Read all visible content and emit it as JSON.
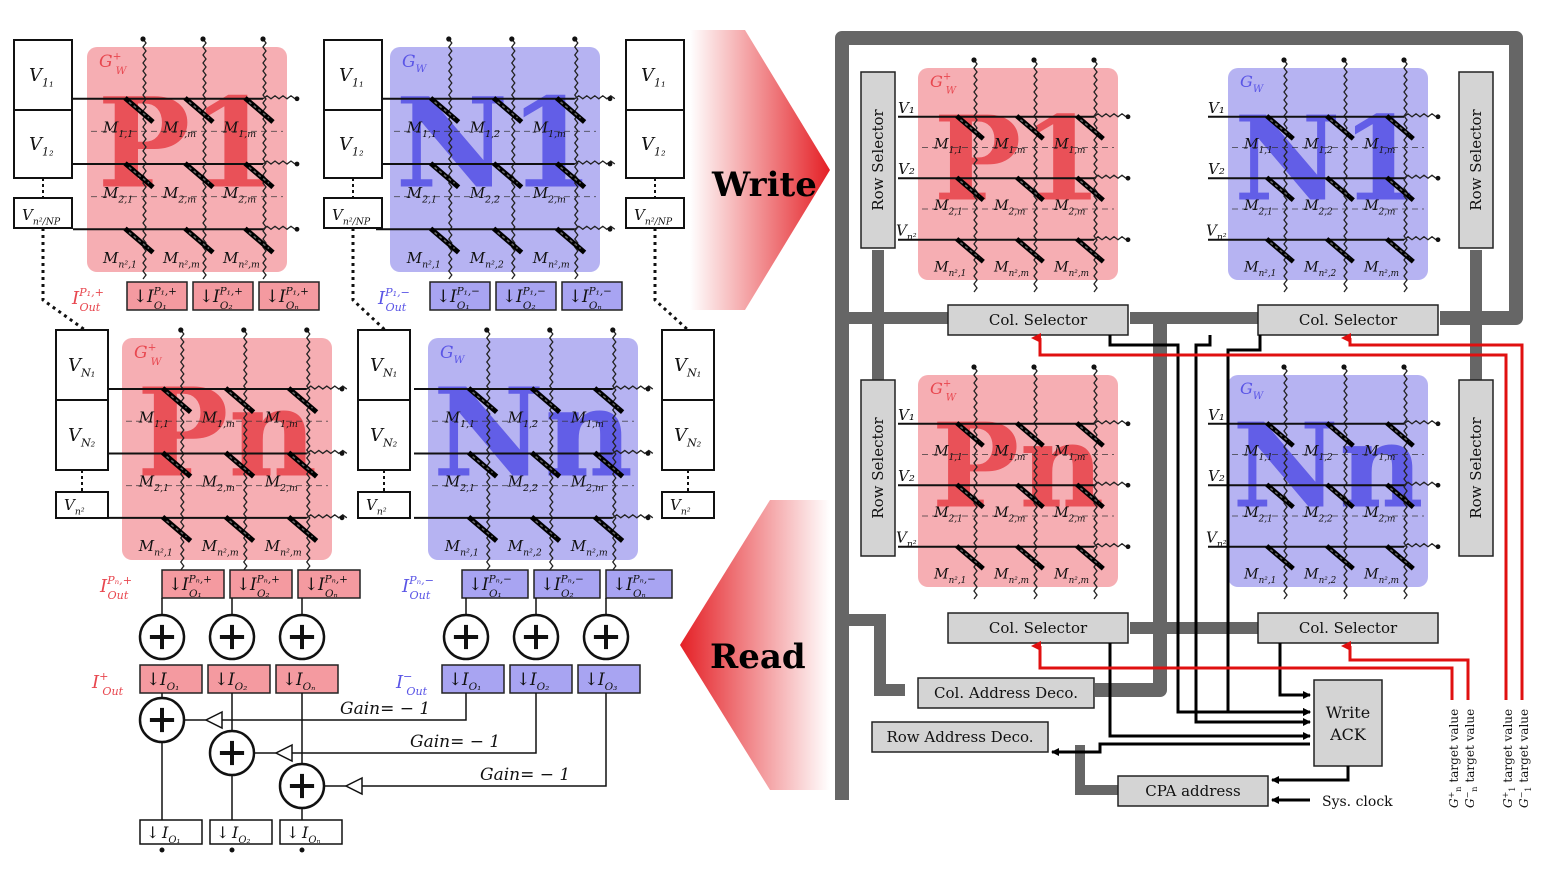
{
  "left": {
    "arrays": [
      {
        "id": "p1",
        "letter": "P1",
        "kind": "pos",
        "gw": "G",
        "gw_sub": "W",
        "sign": "+",
        "cells": [
          [
            "M",
            "1,1"
          ],
          [
            "M",
            "1,m"
          ],
          [
            "M",
            "1,m"
          ],
          [
            "M",
            "2,1"
          ],
          [
            "M",
            "2,m"
          ],
          [
            "M",
            "2,m"
          ],
          [
            "M",
            "n²,1"
          ],
          [
            "M",
            "n²,m"
          ],
          [
            "M",
            "n²,m"
          ]
        ],
        "out_label": "I",
        "out_sup": "P₁,+",
        "out_sub": "Out",
        "out_cells": [
          "O₁",
          "O₂",
          "Oₙ"
        ],
        "out_cell_sup": "P₁,+"
      },
      {
        "id": "n1",
        "letter": "N1",
        "kind": "neg",
        "gw": "G",
        "gw_sub": "W",
        "sign": "",
        "cells": [
          [
            "M",
            "1,1"
          ],
          [
            "M",
            "1,2"
          ],
          [
            "M",
            "1,m"
          ],
          [
            "M",
            "2,1"
          ],
          [
            "M",
            "2,2"
          ],
          [
            "M",
            "2,m"
          ],
          [
            "M",
            "n²,1"
          ],
          [
            "M",
            "n²,2"
          ],
          [
            "M",
            "n²,m"
          ]
        ],
        "out_label": "I",
        "out_sup": "P₁,−",
        "out_sub": "Out",
        "out_cells": [
          "O₁",
          "O₂",
          "Oₙ"
        ],
        "out_cell_sup": "P₁,−"
      },
      {
        "id": "pn",
        "letter": "Pn",
        "kind": "pos",
        "gw": "G",
        "gw_sub": "W",
        "sign": "+",
        "cells": [
          [
            "M",
            "1,1"
          ],
          [
            "M",
            "1,m"
          ],
          [
            "M",
            "1,m"
          ],
          [
            "M",
            "2,1"
          ],
          [
            "M",
            "2,m"
          ],
          [
            "M",
            "2,m"
          ],
          [
            "M",
            "n²,1"
          ],
          [
            "M",
            "n²,m"
          ],
          [
            "M",
            "n²,m"
          ]
        ],
        "out_label": "I",
        "out_sup": "Pₙ,+",
        "out_sub": "Out",
        "out_cells": [
          "O₁",
          "O₂",
          "Oₙ"
        ],
        "out_cell_sup": "Pₙ,+"
      },
      {
        "id": "nn",
        "letter": "Nn",
        "kind": "neg",
        "gw": "G",
        "gw_sub": "W",
        "sign": "",
        "cells": [
          [
            "M",
            "1,1"
          ],
          [
            "M",
            "1,2"
          ],
          [
            "M",
            "1,m"
          ],
          [
            "M",
            "2,1"
          ],
          [
            "M",
            "2,2"
          ],
          [
            "M",
            "2,m"
          ],
          [
            "M",
            "n²,1"
          ],
          [
            "M",
            "n²,2"
          ],
          [
            "M",
            "n²,m"
          ]
        ],
        "out_label": "I",
        "out_sup": "Pₙ,−",
        "out_sub": "Out",
        "out_cells": [
          "O₁",
          "O₂",
          "Oₙ"
        ],
        "out_cell_sup": "Pₙ,−"
      }
    ],
    "v_top": [
      "V₁₁",
      "V₁₂",
      "V_{n²/NP}"
    ],
    "v_bot": [
      "V_{N₁}",
      "V_{N₂}",
      "V_{n²}"
    ],
    "v_top_text": {
      "a": "V",
      "a_sub": "1₁",
      "b": "V",
      "b_sub": "1₂",
      "c": "V",
      "c_sub": "n²/NP"
    },
    "v_bot_text": {
      "a": "V",
      "a_sub": "N₁",
      "b": "V",
      "b_sub": "N₂",
      "c": "V",
      "c_sub": "n²"
    },
    "sum_pos": {
      "label": "I",
      "sup": "+",
      "sub": "Out",
      "cells": [
        "O₁",
        "O₂",
        "Oₙ"
      ]
    },
    "sum_neg": {
      "label": "I",
      "sup": "−",
      "sub": "Out",
      "cells": [
        "O₁",
        "O₂",
        "O₃"
      ]
    },
    "gain": [
      "Gain= − 1",
      "Gain= − 1",
      "Gain= − 1"
    ],
    "final_cells": [
      "O₁",
      "O₂",
      "Oₙ"
    ]
  },
  "arrows": {
    "write": "Write",
    "read": "Read"
  },
  "right": {
    "row_selector": "Row Selector",
    "col_selector": "Col. Selector",
    "col_addr": "Col. Address Deco.",
    "row_addr": "Row Address Deco.",
    "cpa": "CPA address",
    "write_ack_1": "Write",
    "write_ack_2": "ACK",
    "sys_clock": "Sys. clock",
    "v_labels": [
      "V₁",
      "V₂",
      "V"
    ],
    "v_sup": "n²",
    "targets": [
      {
        "sym": "G",
        "sup": "+",
        "sub": "n",
        "text": "target value"
      },
      {
        "sym": "G",
        "sup": "−",
        "sub": "n",
        "text": "target value"
      },
      {
        "sym": "G",
        "sup": "+",
        "sub": "1",
        "text": "target value"
      },
      {
        "sym": "G",
        "sup": "−",
        "sub": "1",
        "text": "target value"
      }
    ]
  },
  "colors": {
    "pos_fill": "#f4a0a6",
    "neg_fill": "#a9a6f0",
    "pos_letter": "#e8474f",
    "neg_letter": "#5a55e6",
    "bus": "#666666",
    "red_wire": "#e01010",
    "selector_fill": "#d4d4d4"
  }
}
